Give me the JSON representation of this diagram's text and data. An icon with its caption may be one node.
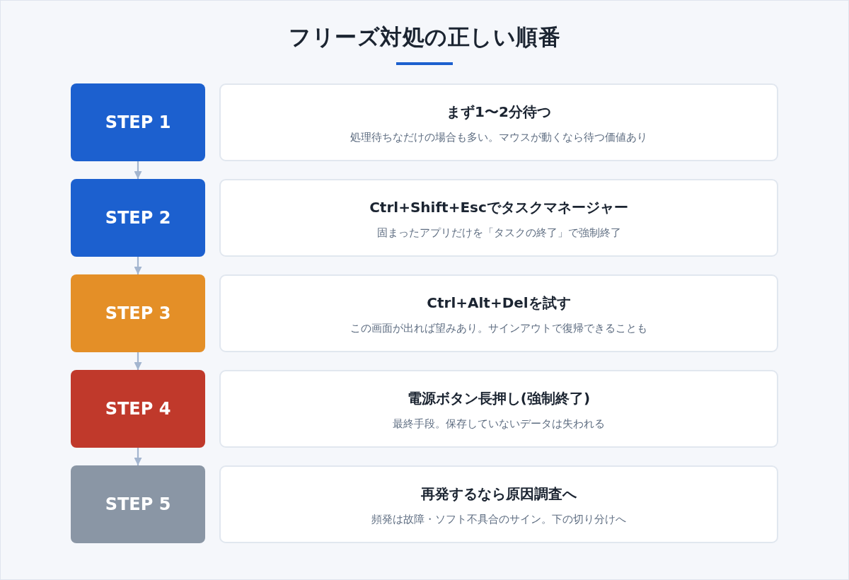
{
  "diagram": {
    "title": "フリーズ対処の正しい順番",
    "nodes": [
      {
        "text": [
          "STEP 1"
        ]
      },
      {
        "text": [
          "まず1〜2分待つ",
          "処理待ちなだけの場合も多い。マウスが動くなら待つ価値あり"
        ]
      },
      {
        "text": [
          "STEP 2"
        ]
      },
      {
        "text": [
          "Ctrl+Shift+Escでタスクマネージャー",
          "固まったアプリだけを「タスクの終了」で強制終了"
        ]
      },
      {
        "text": [
          "STEP 3"
        ]
      },
      {
        "text": [
          "Ctrl+Alt+Delを試す",
          "この画面が出れば望みあり。サインアウトで復帰できることも"
        ]
      },
      {
        "text": [
          "STEP 4"
        ]
      },
      {
        "text": [
          "電源ボタン長押し(強制終了)",
          "最終手段。保存していないデータは失われる"
        ]
      },
      {
        "text": [
          "STEP 5"
        ]
      },
      {
        "text": [
          "再発するなら原因調査へ",
          "頻発は故障・ソフト不具合のサイン。下の切り分けへ"
        ]
      }
    ],
    "edges": [
      {
        "from": 0,
        "to": 2,
        "arrow": "to"
      },
      {
        "from": 2,
        "to": 4,
        "arrow": "to"
      },
      {
        "from": 4,
        "to": 6,
        "arrow": "to"
      },
      {
        "from": 6,
        "to": 8,
        "arrow": "to"
      }
    ]
  }
}
